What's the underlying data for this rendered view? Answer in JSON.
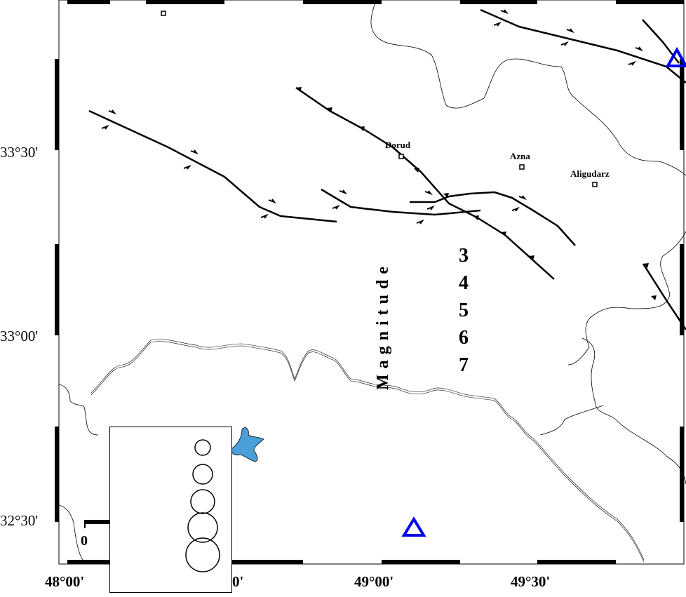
{
  "cities": [
    {
      "name": "Dorud"
    },
    {
      "name": "Azna"
    },
    {
      "name": "Aligudarz"
    }
  ],
  "axes": {
    "y_ticks": [
      "33°30'",
      "33°00'",
      "32°30'"
    ],
    "x_ticks": [
      "48°00'",
      "0'",
      "49°00'",
      "49°30'"
    ]
  },
  "scale_bar": {
    "start_label": "0"
  },
  "magnitude_legend": {
    "title": "Magnitude",
    "values": [
      "3",
      "4",
      "5",
      "6",
      "7"
    ]
  },
  "colors": {
    "station_triangle": "#0000ee",
    "lake_fill": "#4a9fd8",
    "fault_line": "#000000",
    "border_line": "#000000"
  },
  "icons": {
    "station": "triangle-outline-icon",
    "city": "square-marker-icon"
  }
}
